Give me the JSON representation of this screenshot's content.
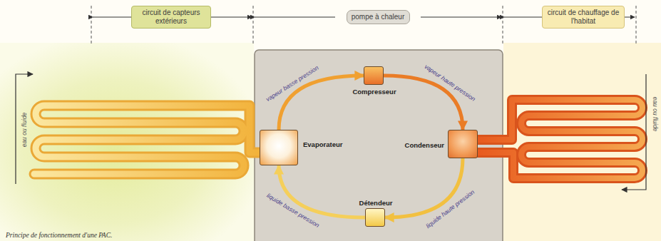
{
  "diagram": {
    "caption": "Principe de fonctionnement d'une PAC.",
    "nodes": [
      {
        "text": [
          "circuit de capteurs extérieurs"
        ]
      },
      {
        "text": [
          "pompe à chaleur"
        ]
      },
      {
        "text": [
          "circuit de chauffage de l'habitat"
        ]
      },
      {
        "text": [
          "Compresseur"
        ]
      },
      {
        "text": [
          "Evaporateur"
        ]
      },
      {
        "text": [
          "Condenseur"
        ]
      },
      {
        "text": [
          "Détendeur"
        ]
      }
    ],
    "edges": [
      {
        "from": 4,
        "to": 3,
        "label": "vapeur basse pression",
        "arrow": "to"
      },
      {
        "from": 3,
        "to": 5,
        "label": "vapeur haute pression",
        "arrow": "to"
      },
      {
        "from": 5,
        "to": 6,
        "label": "liquide haute pression",
        "arrow": "to"
      },
      {
        "from": 6,
        "to": 4,
        "label": "liquide basse pression",
        "arrow": "to"
      }
    ],
    "labels": [
      "eau ou fluide",
      "eau ou fluide"
    ]
  }
}
